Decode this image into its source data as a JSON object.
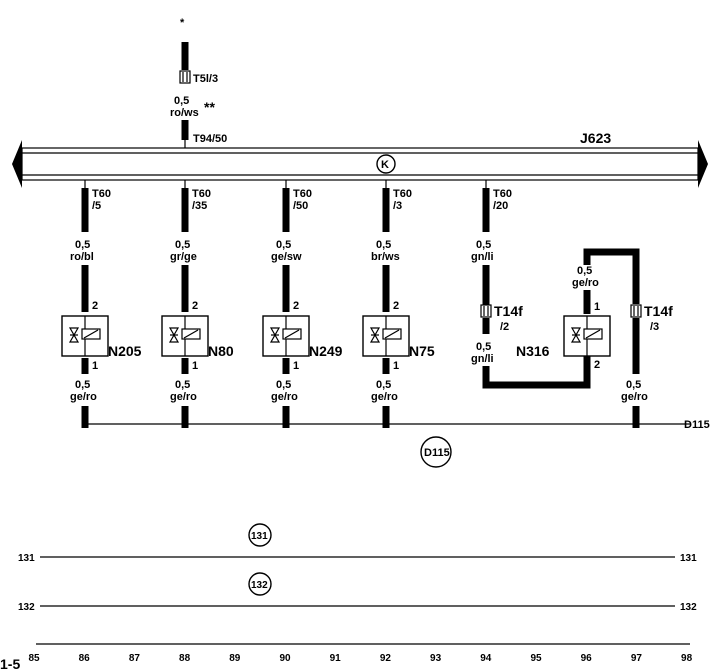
{
  "top_connector": {
    "star": "*",
    "plug": "T5l/3",
    "gauge": "0,5",
    "color": "ro/ws",
    "note": "**",
    "pin": "T94/50"
  },
  "control_unit": {
    "label": "J623",
    "symbol": "K"
  },
  "outputs": [
    {
      "pin_line1": "T60",
      "pin_line2": "/5",
      "gauge_top": "0,5",
      "color_top": "ro/bl",
      "pin_a": "2",
      "pin_b": "1",
      "component": "N205",
      "gauge_bottom": "0,5",
      "color_bottom": "ge/ro"
    },
    {
      "pin_line1": "T60",
      "pin_line2": "/35",
      "gauge_top": "0,5",
      "color_top": "gr/ge",
      "pin_a": "2",
      "pin_b": "1",
      "component": "N80",
      "gauge_bottom": "0,5",
      "color_bottom": "ge/ro"
    },
    {
      "pin_line1": "T60",
      "pin_line2": "/50",
      "gauge_top": "0,5",
      "color_top": "ge/sw",
      "pin_a": "2",
      "pin_b": "1",
      "component": "N249",
      "gauge_bottom": "0,5",
      "color_bottom": "ge/ro"
    },
    {
      "pin_line1": "T60",
      "pin_line2": "/3",
      "gauge_top": "0,5",
      "color_top": "br/ws",
      "pin_a": "2",
      "pin_b": "1",
      "component": "N75",
      "gauge_bottom": "0,5",
      "color_bottom": "ge/ro"
    }
  ],
  "n316_circuit": {
    "pin_line1": "T60",
    "pin_line2": "/20",
    "gauge_top": "0,5",
    "color_top": "gn/li",
    "plug_a_line1": "T14f",
    "plug_a_line2": "/2",
    "gauge_mid": "0,5",
    "color_mid": "gn/li",
    "component": "N316",
    "gauge_right": "0,5",
    "color_right": "ge/ro",
    "pin_a": "1",
    "pin_b": "2",
    "plug_b_line1": "T14f",
    "plug_b_line2": "/3",
    "gauge_bottom": "0,5",
    "color_bottom": "ge/ro"
  },
  "ground": {
    "label": "D115",
    "circle": "D115"
  },
  "buses": [
    {
      "circle": "131",
      "left": "131",
      "right": "131"
    },
    {
      "circle": "132",
      "left": "132",
      "right": "132"
    }
  ],
  "footer": {
    "corner": "1-5",
    "columns": [
      "85",
      "86",
      "87",
      "88",
      "89",
      "90",
      "91",
      "92",
      "93",
      "94",
      "95",
      "96",
      "97",
      "98"
    ]
  }
}
